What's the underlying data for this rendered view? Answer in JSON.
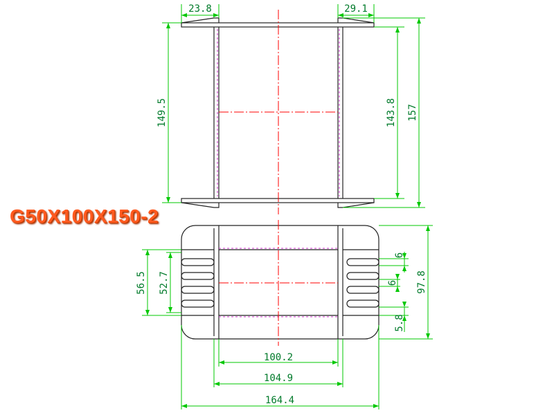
{
  "title": "G50X100X150-2",
  "colors": {
    "outline": "#222222",
    "dimension": "#00c800",
    "dimension_text": "#007a2a",
    "centerline": "#ff0000",
    "hidden_line": "#cc33cc",
    "title": "#ff5a1f"
  },
  "dimensions": {
    "flange_left_top": "23.8",
    "flange_right_top": "29.1",
    "height_outer_left": "149.5",
    "height_inner_right": "143.8",
    "height_total": "157",
    "window_outer": "56.5",
    "window_inner": "52.7",
    "slot_width": "6",
    "slot_gap": "6",
    "slot_bottom": "5.8",
    "depth_total": "97.8",
    "core_width_inner": "100.2",
    "core_width_outer": "104.9",
    "width_total": "164.4"
  }
}
